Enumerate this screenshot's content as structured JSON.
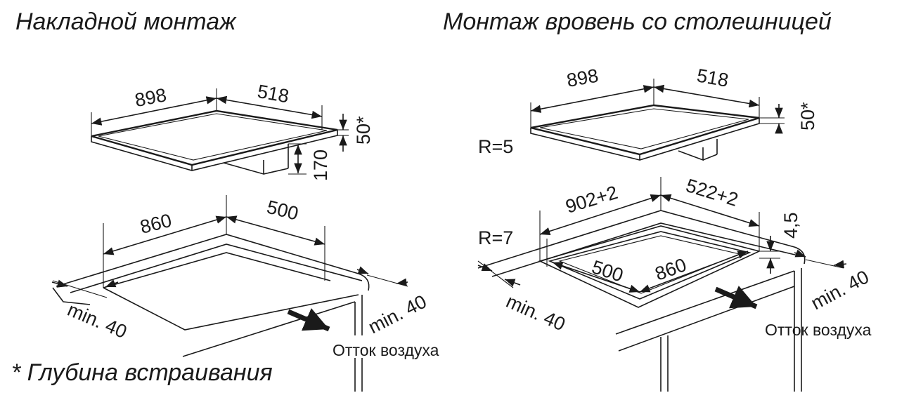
{
  "titles": {
    "surface_mount": "Накладной монтаж",
    "flush_mount": "Монтаж вровень со столешницей"
  },
  "footnote": "* Глубина встраивания",
  "left": {
    "hob_width": "898",
    "hob_depth": "518",
    "hob_thickness": "50*",
    "box_height": "170",
    "cutout_width": "860",
    "cutout_depth": "500",
    "min_front": "min. 40",
    "min_back": "min. 40",
    "airflow": "Отток воздуха"
  },
  "right": {
    "hob_width": "898",
    "hob_depth": "518",
    "hob_thickness": "50*",
    "hob_radius": "R=5",
    "recess_width": "902+2",
    "recess_depth": "522+2",
    "recess_step": "4,5",
    "recess_radius": "R=7",
    "cutout_depth": "500",
    "cutout_width": "860",
    "min_front": "min. 40",
    "min_back": "min. 40",
    "airflow": "Отток воздуха"
  }
}
